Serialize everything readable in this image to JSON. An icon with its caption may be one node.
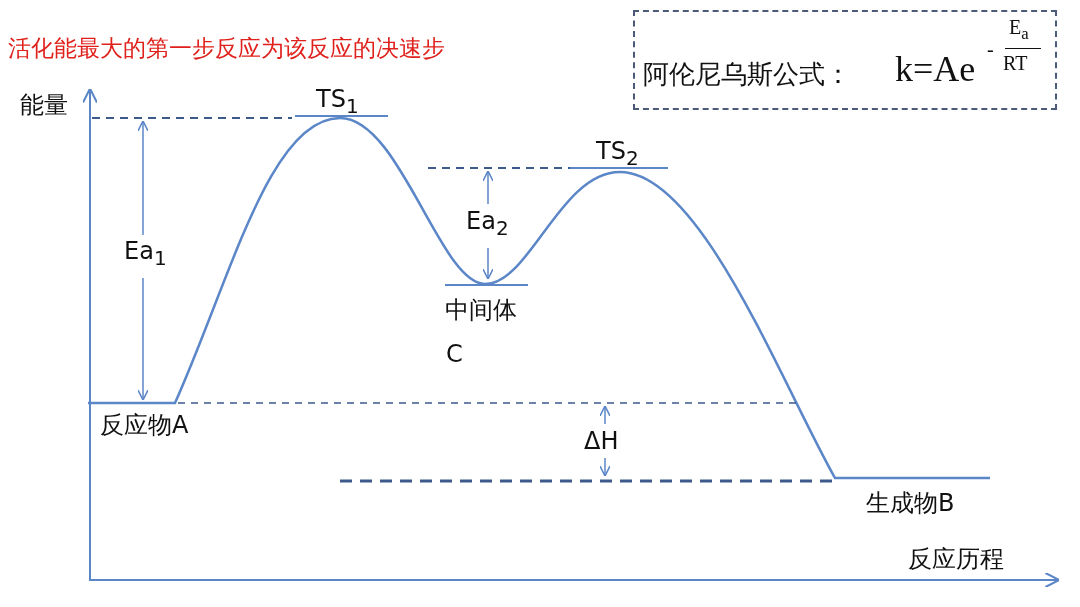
{
  "diagram": {
    "title": "活化能最大的第一步反应为该反应的决速步",
    "nodes": [
      {
        "text": [
          "阿伦尼乌斯公式：",
          "k=Ae",
          "-",
          "E$_{a}$",
          "RT"
        ]
      }
    ],
    "labels": [
      "能量",
      "TS$_{1}$",
      "Ea$_{1}$",
      "TS$_{2}$",
      "Ea$_{2}$",
      "中间体",
      "C",
      "反应物A",
      "ΔH",
      "生成物B",
      "反应历程"
    ]
  }
}
